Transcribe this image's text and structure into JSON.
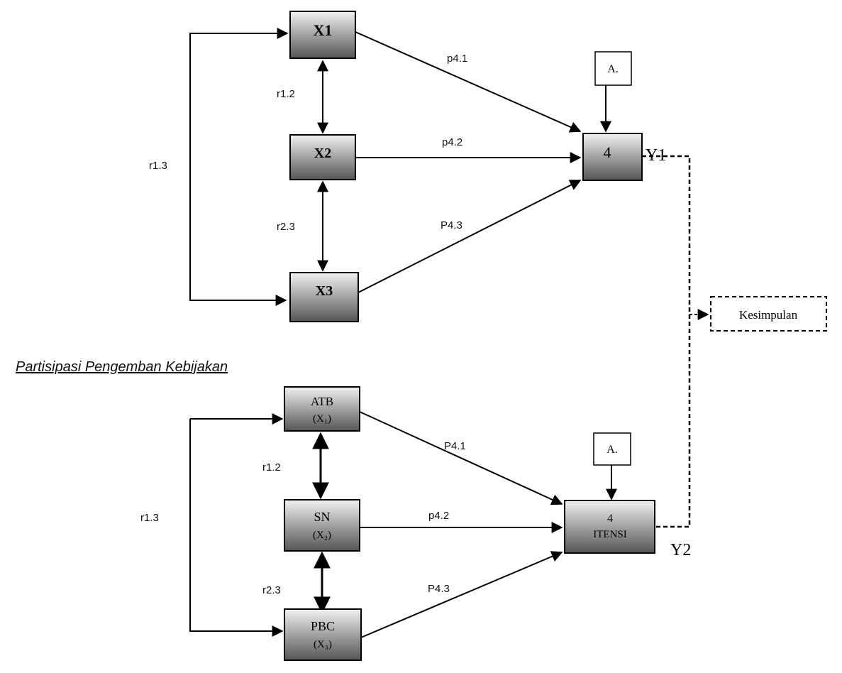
{
  "top": {
    "nodes": {
      "x1": "X1",
      "x2": "X2",
      "x3": "X3",
      "y": "4",
      "error": "A."
    },
    "labels": {
      "p41": "p4.1",
      "p42": "p4.2",
      "p43": "P4.3",
      "r12": "r1.2",
      "r23": "r2.3",
      "r13": "r1.3",
      "y_outcome": "Y1"
    }
  },
  "conclusion": "Kesimpulan",
  "bottom": {
    "section_title": "Partisipasi Pengemban Kebijakan",
    "nodes": {
      "atb": "ATB",
      "atb_sub": "(X₁)",
      "sn": "SN",
      "sn_sub": "(X₂)",
      "pbc": "PBC",
      "pbc_sub": "(X₃)",
      "y": "4",
      "y_sub": "ITENSI",
      "error": "A."
    },
    "labels": {
      "p41": "P4.1",
      "p42": "p4.2",
      "p43": "P4.3",
      "r12": "r1.2",
      "r23": "r2.3",
      "r13": "r1.3",
      "y_outcome": "Y2"
    }
  }
}
